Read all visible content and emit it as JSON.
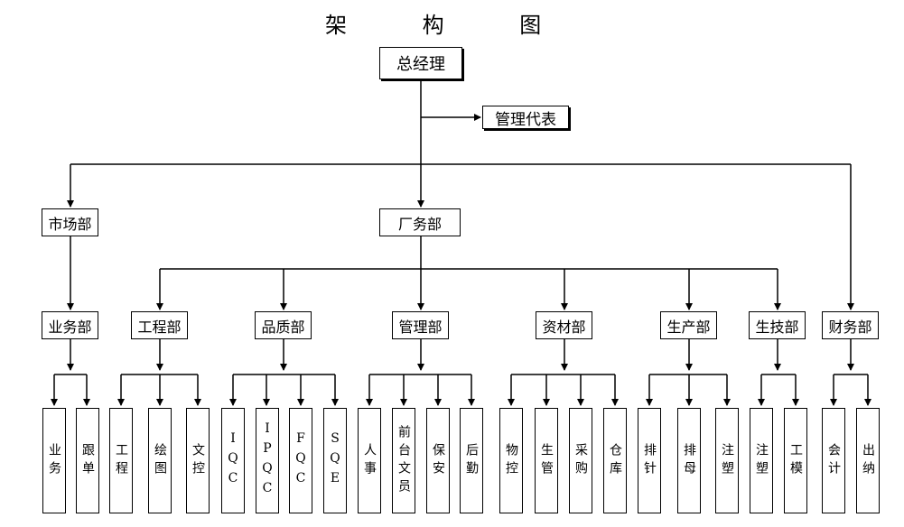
{
  "title": "架 构 图",
  "top": {
    "ceo": "总经理",
    "rep": "管理代表",
    "market": "市场部",
    "factory": "厂务部"
  },
  "depts": {
    "business": "业务部",
    "engineering": "工程部",
    "quality": "品质部",
    "management": "管理部",
    "materials": "资材部",
    "production": "生产部",
    "technology": "生技部",
    "finance": "财务部"
  },
  "leaves": {
    "yewu": "业务",
    "gendan": "跟单",
    "gongcheng": "工程",
    "huitu": "绘图",
    "wenkong": "文控",
    "iqc": "IQC",
    "ipqc": "IPQC",
    "fqc": "FQC",
    "sqe": "SQE",
    "renshi": "人事",
    "qiantai": "前台文员",
    "baoan": "保安",
    "houqin": "后勤",
    "wukong": "物控",
    "shengguan": "生管",
    "caigou": "采购",
    "cangku": "仓库",
    "paizhen": "排针",
    "paimu": "排母",
    "zhusu1": "注塑",
    "zhusu2": "注塑",
    "gongmo": "工模",
    "kuaiji": "会计",
    "chuna": "出纳"
  }
}
